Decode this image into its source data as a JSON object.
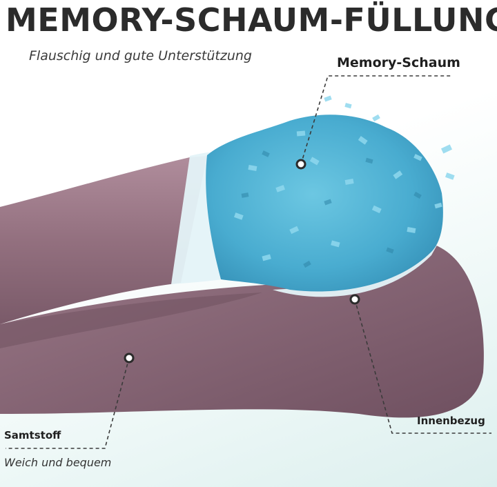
{
  "header": {
    "title": "MEMORY-SCHAUM-FÜLLUNG",
    "subtitle": "Flauschig und gute Unterstützung"
  },
  "callouts": {
    "foam": {
      "label": "Memory-Schaum"
    },
    "inner_cover": {
      "label": "Innenbezug"
    },
    "velvet": {
      "label": "Samtstoff",
      "description": "Weich und bequem"
    }
  },
  "colors": {
    "fabric": "#8e6a7a",
    "fabric_light": "#a98595",
    "foam": "#4fb4d3",
    "inner_cover": "#dff1f7",
    "text": "#2b2b2b"
  }
}
